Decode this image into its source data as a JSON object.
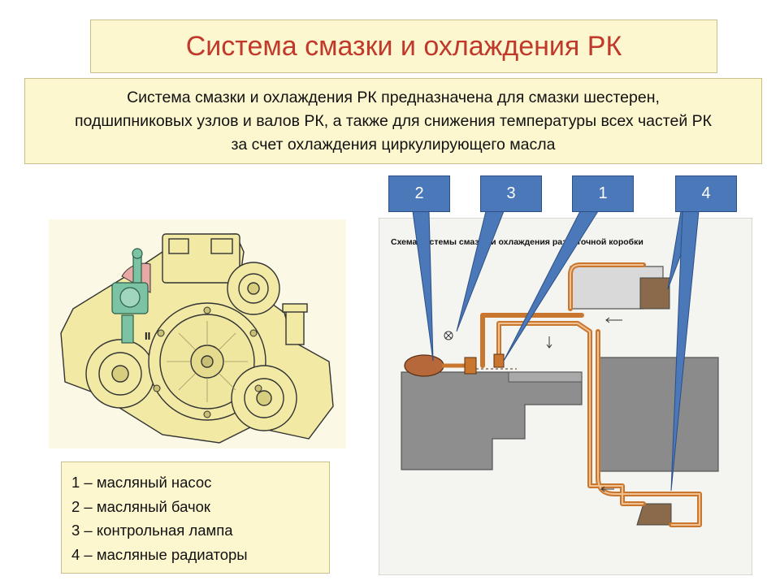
{
  "title": "Система смазки и охлаждения РК",
  "description": [
    "Система смазки и охлаждения РК предназначена для смазки шестерен,",
    "подшипниковых узлов и валов РК, а также для снижения температуры всех частей РК",
    "за счет охлаждения циркулирующего масла"
  ],
  "legend": [
    "1 – масляный насос",
    "2 – масляный бачок",
    "3 – контрольная лампа",
    "4 – масляные радиаторы"
  ],
  "schema": {
    "title": "Схема системы смазки и охлаждения раздаточной коробки"
  },
  "callout_tags": [
    "2",
    "3",
    "1",
    "4"
  ],
  "engine_label": "II",
  "colors": {
    "title_red": "#c0392b",
    "box_fill": "#fdf7cf",
    "tag_blue": "#4a78b8",
    "pipe_copper": "#c9772f",
    "housing_gray": "#8e8e8e",
    "engine_yellow": "#f1e9a4"
  }
}
